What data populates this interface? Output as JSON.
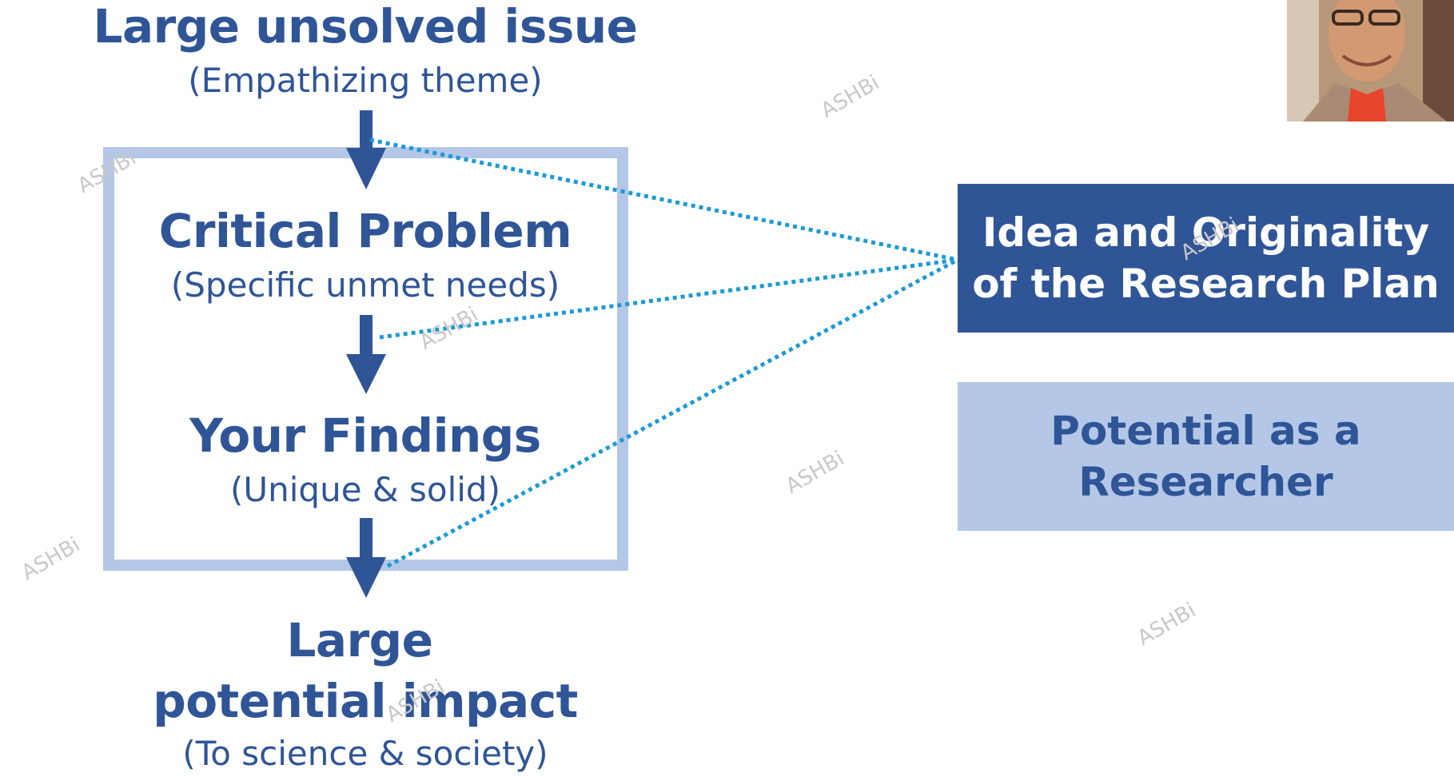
{
  "flow": {
    "issue": {
      "title": "Large unsolved issue",
      "subtitle": "(Empathizing theme)"
    },
    "problem": {
      "title": "Critical Problem",
      "subtitle": "(Specific unmet needs)"
    },
    "findings": {
      "title": "Your Findings",
      "subtitle": "(Unique & solid)"
    },
    "impact": {
      "title_line1": "Large",
      "title_line2": "potential impact",
      "subtitle": "(To science & society)"
    }
  },
  "criteria": {
    "idea": {
      "line1": "Idea and Originality",
      "line2": "of the Research Plan"
    },
    "potential": {
      "line1": "Potential as a",
      "line2": "Researcher"
    }
  },
  "watermark_text": "ASHBi",
  "colors": {
    "dark_blue": "#2f5597",
    "light_blue": "#b4c7e7",
    "dotted_line": "#1a9ad6",
    "watermark": "#c8c8c8"
  }
}
